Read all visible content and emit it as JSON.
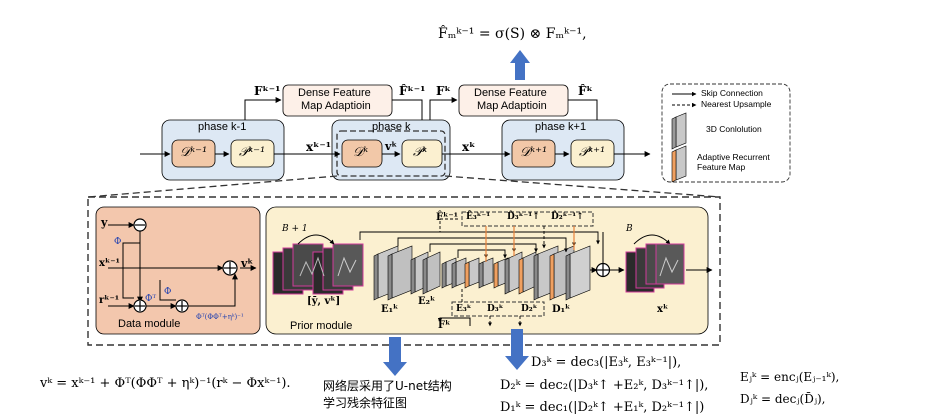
{
  "top_equation": "F̂ₘᵏ⁻¹ = σ(S) ⊗ Fₘᵏ⁻¹,",
  "dense_block_label": [
    "Dense Feature",
    "Map Adaptioin"
  ],
  "phases": {
    "left": "phase k-1",
    "center": "phase k",
    "right": "phase k+1"
  },
  "top_signals": {
    "F_prev": "Fᵏ⁻¹",
    "F_hat_prev": "F̂ᵏ⁻¹",
    "F_cur": "Fᵏ",
    "F_hat_cur": "F̂ᵏ",
    "x_prev": "xᵏ⁻¹",
    "x_cur": "xᵏ",
    "v_cur": "vᵏ"
  },
  "module_symbols": {
    "D_prev": "𝒟ᵏ⁻¹",
    "P_prev": "𝒫ᵏ⁻¹",
    "D_cur": "𝒟ᵏ",
    "P_cur": "𝒫ᵏ",
    "D_next": "𝒟ᵏ⁺¹",
    "P_next": "𝒫ᵏ⁺¹"
  },
  "legend": {
    "skip": "Skip Connection",
    "upsample": "Nearest Upsample",
    "conv3d": "3D Conlolution",
    "adaptive": [
      "Adaptive Recurrent",
      "Feature Map"
    ]
  },
  "data_module": {
    "title": "Data module",
    "y": "y",
    "x_prev": "xᵏ⁻¹",
    "r": "rᵏ⁻¹",
    "phi": "Φ",
    "phi_t": "Φᵀ",
    "phi2": "Φ",
    "inv": "Φᵀ(ΦΦᵀ+ηᵏ)⁻¹",
    "v": "vᵏ"
  },
  "prior_module": {
    "title": "Prior module",
    "B1": "B + 1",
    "B": "B",
    "input": "[ȳ, vᵏ]",
    "E1": "E₁ᵏ",
    "E2": "E₂ᵏ",
    "E3": "E₃ᵏ",
    "D3": "D₃ᵏ",
    "D2": "D₂ᵏ",
    "D1": "D₁ᵏ",
    "F_out": "Fᵏ",
    "x_out": "xᵏ",
    "hat_F": "F̂ᵏ⁻¹",
    "hat_E": "Ê₃ᵏ⁻¹",
    "hat_D3": "D̂₃ᵏ⁻¹↑",
    "hat_D2": "D̂₂ᵏ⁻¹↑"
  },
  "bottom": {
    "v_equation": "vᵏ = xᵏ⁻¹ + Φᵀ(ΦΦᵀ + ηᵏ)⁻¹(rᵏ − Φxᵏ⁻¹).",
    "cn_line1": "网络层采用了U-net结构",
    "cn_line2": "学习残余特征图",
    "dec3": "D₃ᵏ = dec₃(|E₃ᵏ, E₃ᵏ⁻¹|),",
    "dec2": "D₂ᵏ = dec₂(|D₃ᵏ↑ +E₂ᵏ, D₃ᵏ⁻¹↑|),",
    "dec1": "D₁ᵏ = dec₁(|D₂ᵏ↑ +E₁ᵏ, D₂ᵏ⁻¹↑|)",
    "enc": "Eⱼᵏ = encⱼ(Eⱼ₋₁ᵏ),",
    "decj": "Dⱼᵏ = decⱼ(D̄ⱼ),"
  },
  "colors": {
    "phase_fill": "#dde8f4",
    "module_fill": "#fbf0d0",
    "module_d_fill": "#f2c8a8",
    "dense_fill": "#fdf0e8",
    "data_module_fill": "#f3c7ad",
    "prior_module_fill": "#fbf0d0",
    "arrow_blue": "#4472c4",
    "orange": "#e8823a"
  }
}
